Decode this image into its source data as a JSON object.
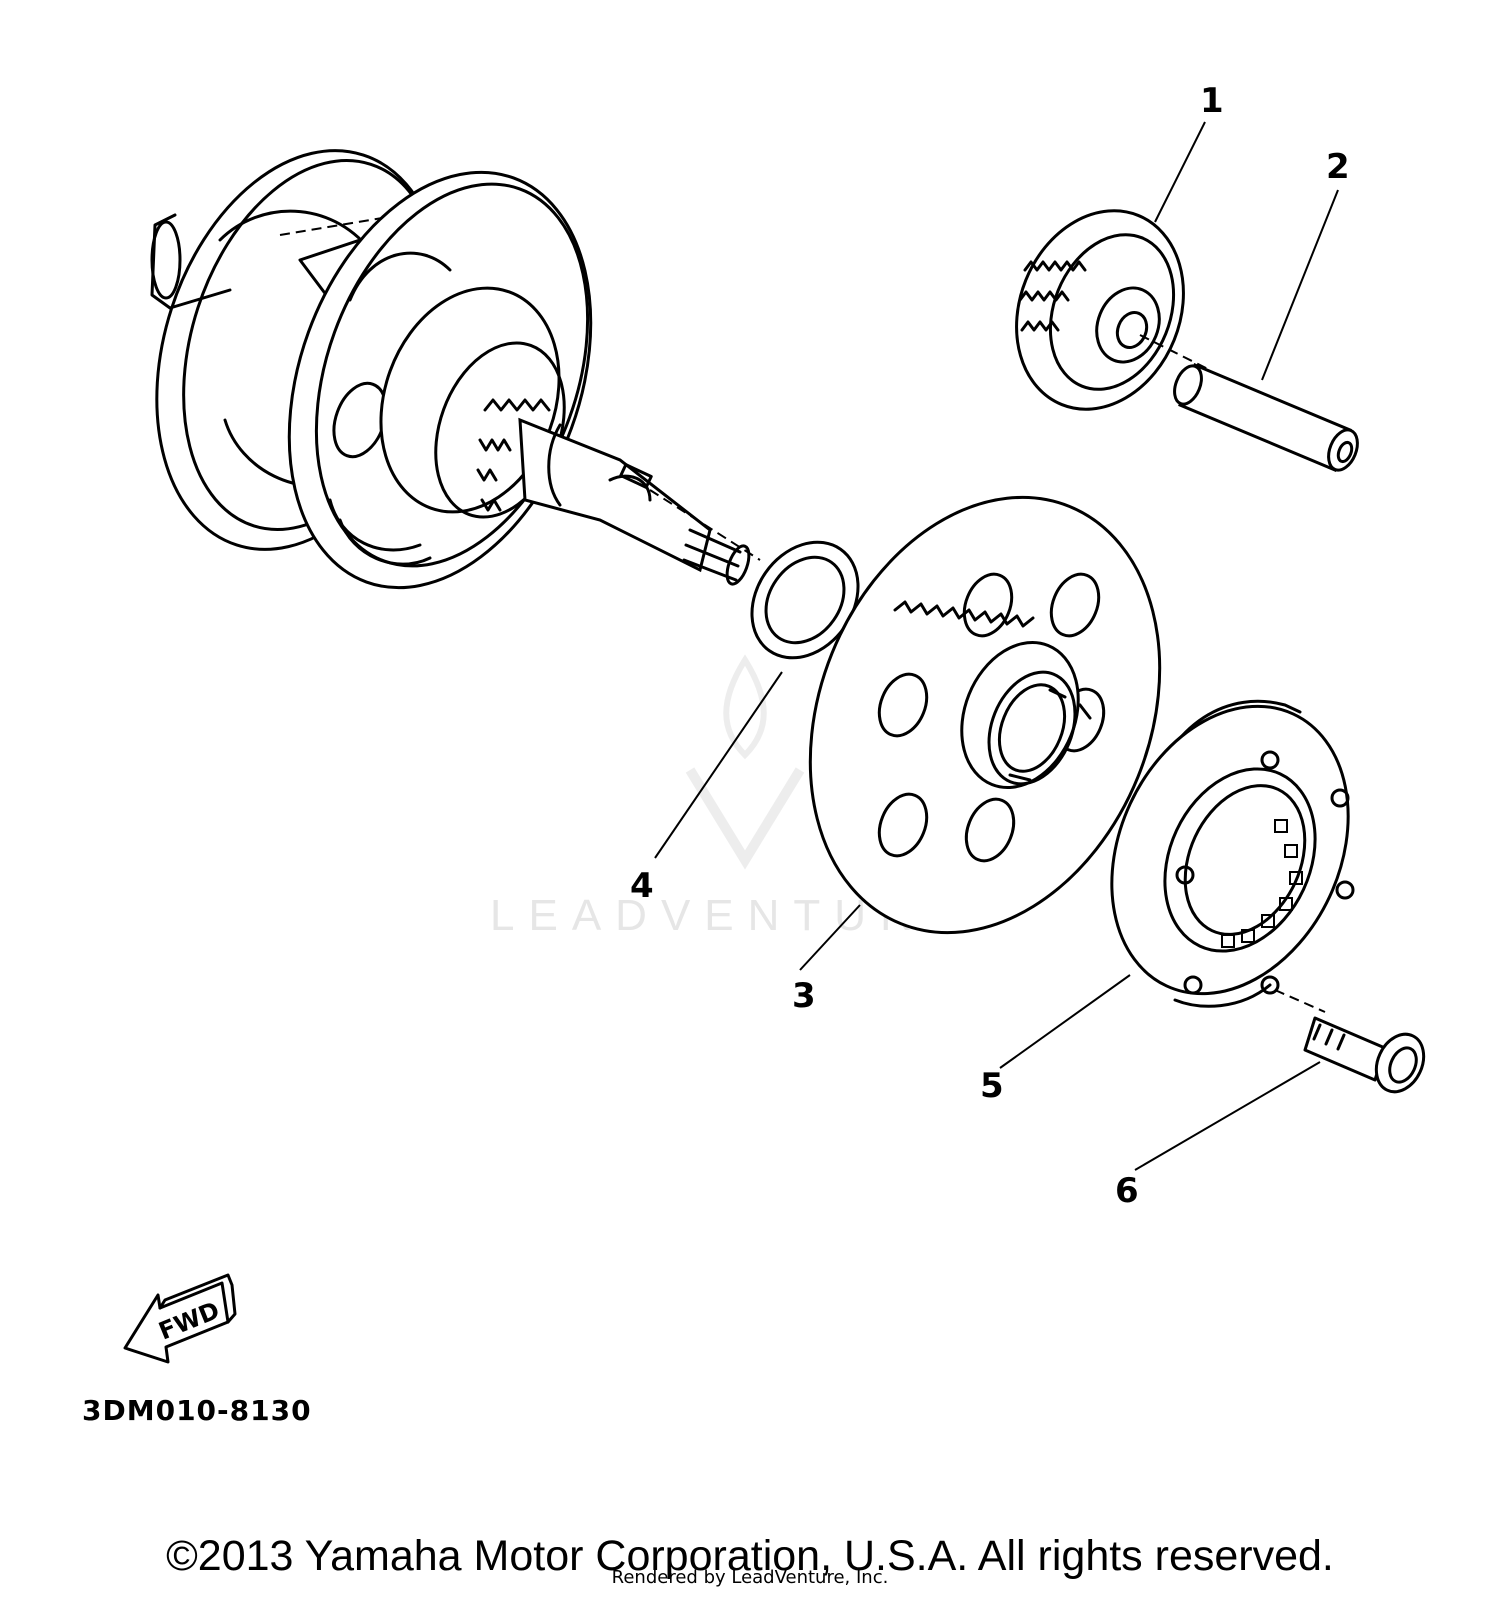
{
  "callouts": {
    "c1": "1",
    "c2": "2",
    "c3": "3",
    "c4": "4",
    "c5": "5",
    "c6": "6"
  },
  "fwd_label": "FWD",
  "diagram_code": "3DM010-8130",
  "watermark": "LEADVENTURE",
  "copyright": "©2013 Yamaha Motor Corporation, U.S.A. All rights reserved.",
  "rendered_by": "Rendered by LeadVenture, Inc."
}
